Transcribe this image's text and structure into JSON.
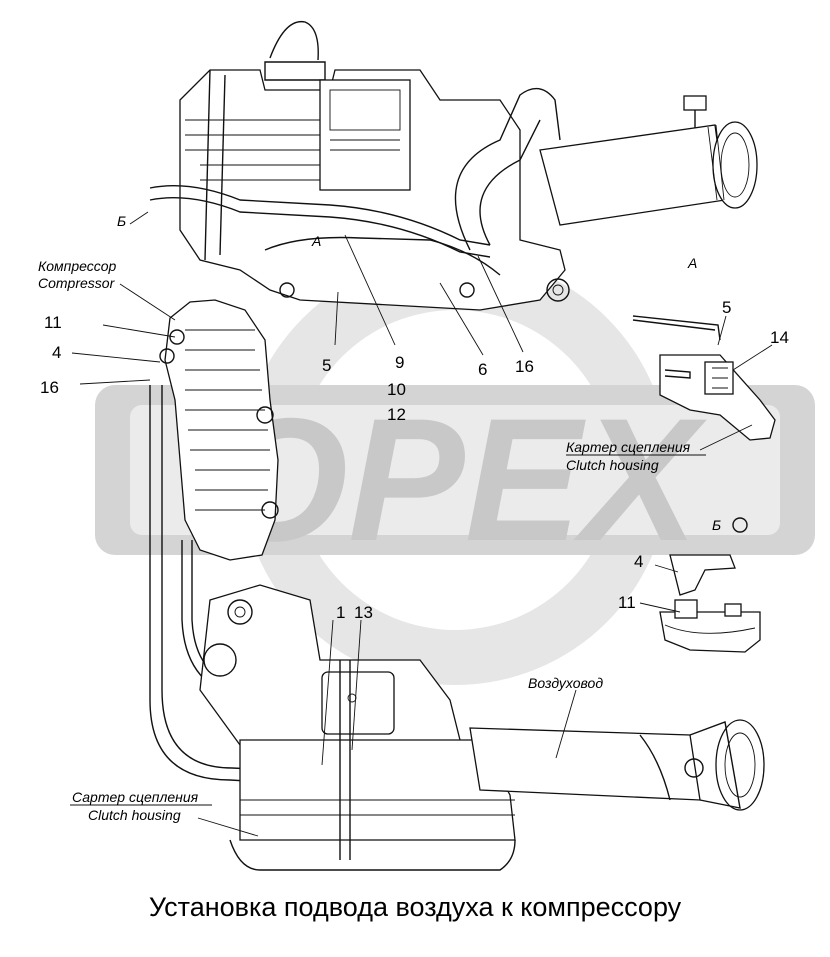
{
  "title": "Установка подвода воздуха к компрессору",
  "watermark": {
    "text": "OPEX",
    "color": "#d4d4d4"
  },
  "labels": {
    "compressor_ru": "Компрессор",
    "compressor_en": "Compressor",
    "clutch_housing_ru_right": "Картер сцепления",
    "clutch_housing_en_right": "Clutch housing",
    "clutch_housing_ru_left": "Сартер сцепления",
    "clutch_housing_en_left": "Clutch housing",
    "air_duct_ru": "Воздуховод",
    "view_a": "А",
    "view_b_top": "Б",
    "view_b_right": "Б",
    "view_a_marker": "А"
  },
  "callouts": {
    "top_5": "5",
    "top_9": "9",
    "top_6": "6",
    "top_16": "16",
    "mid_10": "10",
    "mid_12": "12",
    "left_11": "11",
    "left_4": "4",
    "left_16": "16",
    "right_5": "5",
    "right_14": "14",
    "b_4": "4",
    "b_11": "11",
    "bot_1": "1",
    "bot_13": "13"
  }
}
